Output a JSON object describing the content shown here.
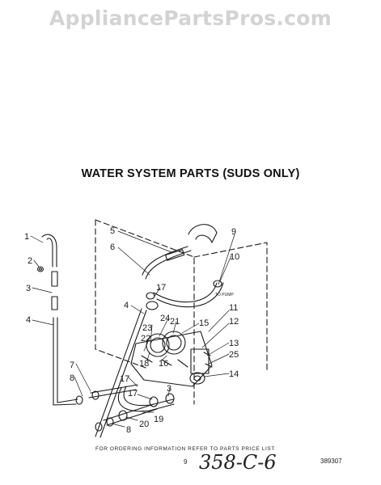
{
  "watermark": "AppliancePartsPros.com",
  "title": "WATER SYSTEM PARTS (SUDS ONLY)",
  "part_labels": [
    "1",
    "2",
    "3",
    "4",
    "5",
    "6",
    "9",
    "10",
    "17",
    "4",
    "24",
    "21",
    "11",
    "15",
    "12",
    "23",
    "22",
    "13",
    "25",
    "18",
    "16",
    "14",
    "7",
    "8",
    "17",
    "3",
    "17",
    "19",
    "20",
    "8"
  ],
  "pump_label": "TO PUMP",
  "footer_note": "FOR ORDERING INFORMATION REFER TO PARTS PRICE LIST",
  "page_number": "9",
  "handwritten_code": "358-C-6",
  "drawing_number": "389307",
  "colors": {
    "ink": "#1a1a1a",
    "watermark": "#d3d3d3"
  }
}
